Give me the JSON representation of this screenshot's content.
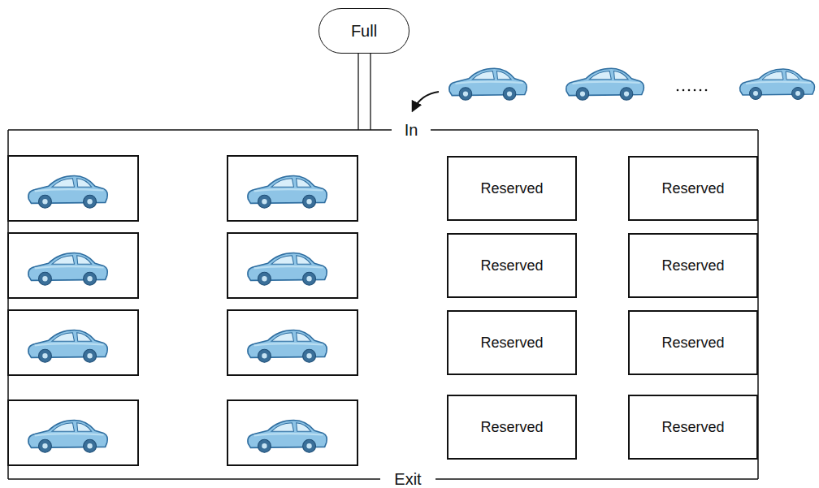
{
  "diagram": {
    "nodes": [
      {
        "text": [
          "Full"
        ]
      },
      {
        "text": [
          "Reserved"
        ]
      },
      {
        "text": [
          "Reserved"
        ]
      },
      {
        "text": [
          "Reserved"
        ]
      },
      {
        "text": [
          "Reserved"
        ]
      },
      {
        "text": [
          "Reserved"
        ]
      },
      {
        "text": [
          "Reserved"
        ]
      },
      {
        "text": [
          "Reserved"
        ]
      },
      {
        "text": [
          "Reserved"
        ]
      }
    ],
    "labels": [
      "In",
      "Exit"
    ]
  }
}
